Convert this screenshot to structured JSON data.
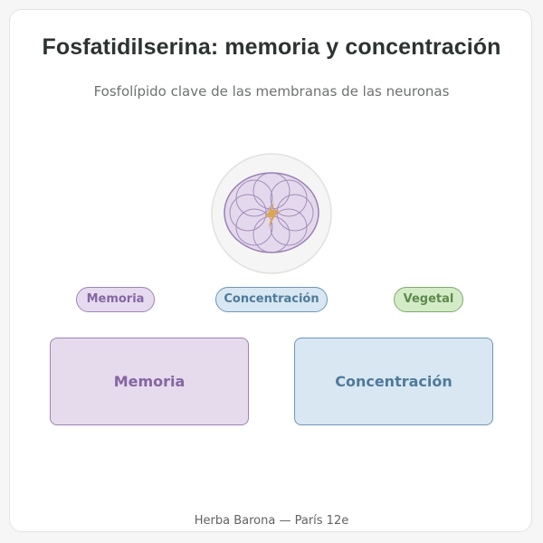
{
  "header": {
    "title": "Fosfatidilserina: memoria y concentración",
    "subtitle": "Fosfolípido clave de las membranas de las neuronas"
  },
  "emblem": {
    "icon": "neuron-lightning-icon"
  },
  "tags": [
    {
      "label": "Memoria",
      "color": "#8565a3"
    },
    {
      "label": "Concentración",
      "color": "#4f7a9c"
    },
    {
      "label": "Vegetal",
      "color": "#5d8a4a"
    }
  ],
  "benefits": [
    {
      "label": "Memoria",
      "color": "#8565a3"
    },
    {
      "label": "Concentración",
      "color": "#4f7a9c"
    }
  ],
  "footer": {
    "text": "Herba Barona — París 12e"
  }
}
